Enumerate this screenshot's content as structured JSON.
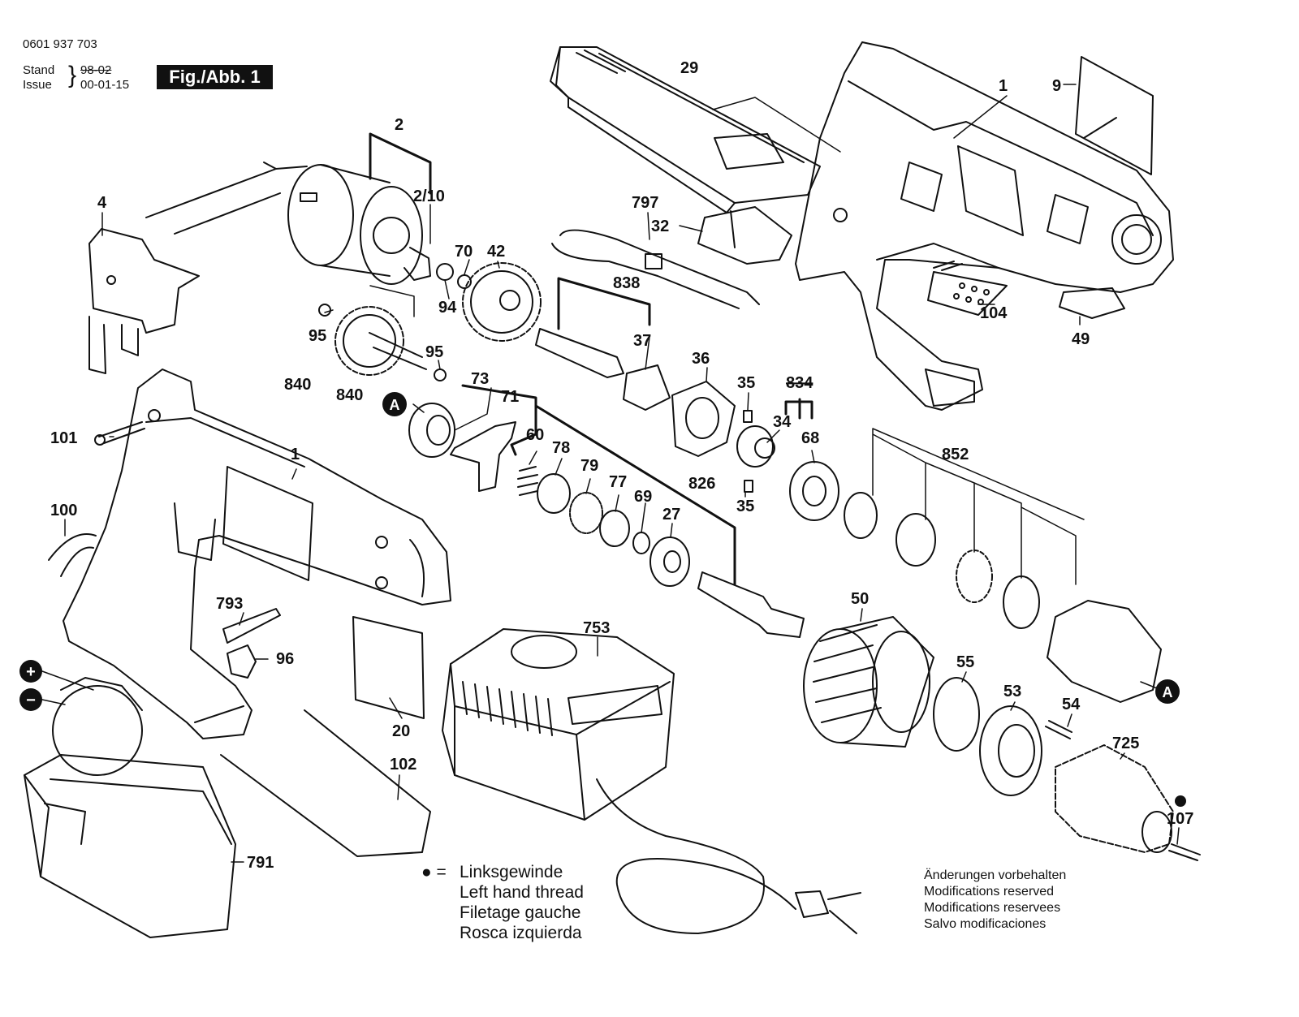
{
  "header": {
    "part_number": "0601 937 703",
    "stand_label": "Stand",
    "issue_label": "Issue",
    "stand_date_struck": "98-02",
    "issue_date": "00-01-15",
    "figure_label": "Fig./Abb. 1"
  },
  "callouts": [
    "0601 937 703"
  ],
  "part_labels": {
    "p29": "29",
    "p1_top": "1",
    "p9": "9",
    "p2": "2",
    "p2_10": "2/10",
    "p4": "4",
    "p797": "797",
    "p32": "32",
    "p70": "70",
    "p42": "42",
    "p838": "838",
    "p94": "94",
    "p95a": "95",
    "p95b": "95",
    "p840a": "840",
    "p840b": "840",
    "p37": "37",
    "p36": "36",
    "p104": "104",
    "p49": "49",
    "p73": "73",
    "p71": "71",
    "p35a": "35",
    "p834": "834",
    "p34": "34",
    "p68": "68",
    "p60": "60",
    "p78": "78",
    "p79": "79",
    "p77": "77",
    "p69": "69",
    "p826": "826",
    "p27": "27",
    "p852": "852",
    "p35b": "35",
    "p101": "101",
    "p1_bottom": "1",
    "p100": "100",
    "p793": "793",
    "p96": "96",
    "p20": "20",
    "p102": "102",
    "p791": "791",
    "p753": "753",
    "p50": "50",
    "p55": "55",
    "p53": "53",
    "p54": "54",
    "p725": "725",
    "p107": "107"
  },
  "markers": {
    "ref_a": "A",
    "plus": "+",
    "minus": "−"
  },
  "legend": {
    "eq": "● =",
    "lines": [
      "Linksgewinde",
      "Left hand thread",
      "Filetage gauche",
      "Rosca izquierda"
    ]
  },
  "notes": {
    "lines": [
      "Änderungen vorbehalten",
      "Modifications reserved",
      "Modifications reservees",
      "Salvo modificaciones"
    ]
  }
}
